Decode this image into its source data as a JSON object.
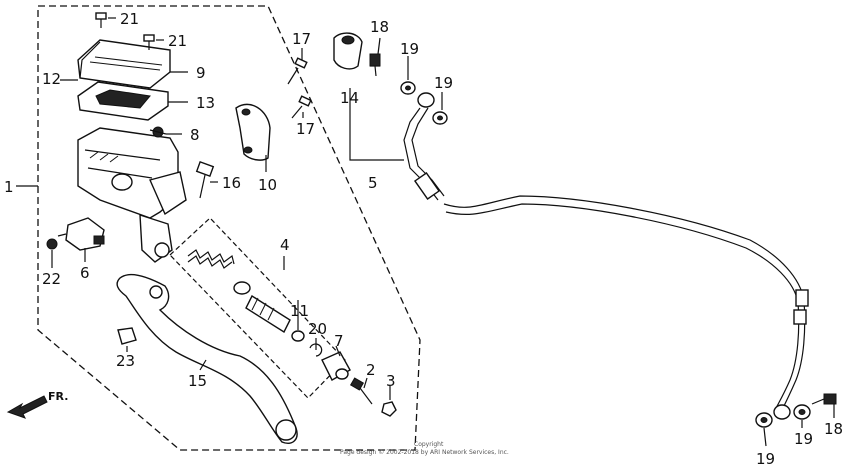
{
  "callouts": {
    "c1": "1",
    "c2": "2",
    "c3": "3",
    "c4": "4",
    "c5": "5",
    "c6": "6",
    "c7": "7",
    "c8": "8",
    "c9": "9",
    "c10": "10",
    "c11": "11",
    "c12": "12",
    "c13": "13",
    "c14": "14",
    "c15": "15",
    "c16": "16",
    "c17a": "17",
    "c17b": "17",
    "c18a": "18",
    "c18b": "18",
    "c19a": "19",
    "c19b": "19",
    "c19c": "19",
    "c19d": "19",
    "c20": "20",
    "c21a": "21",
    "c21b": "21",
    "c22": "22",
    "c23": "23"
  },
  "direction_label": "FR.",
  "copyright_line1": "Copyright",
  "copyright_line2": "Page design © 2002-2018 by ARI Network Services, Inc."
}
